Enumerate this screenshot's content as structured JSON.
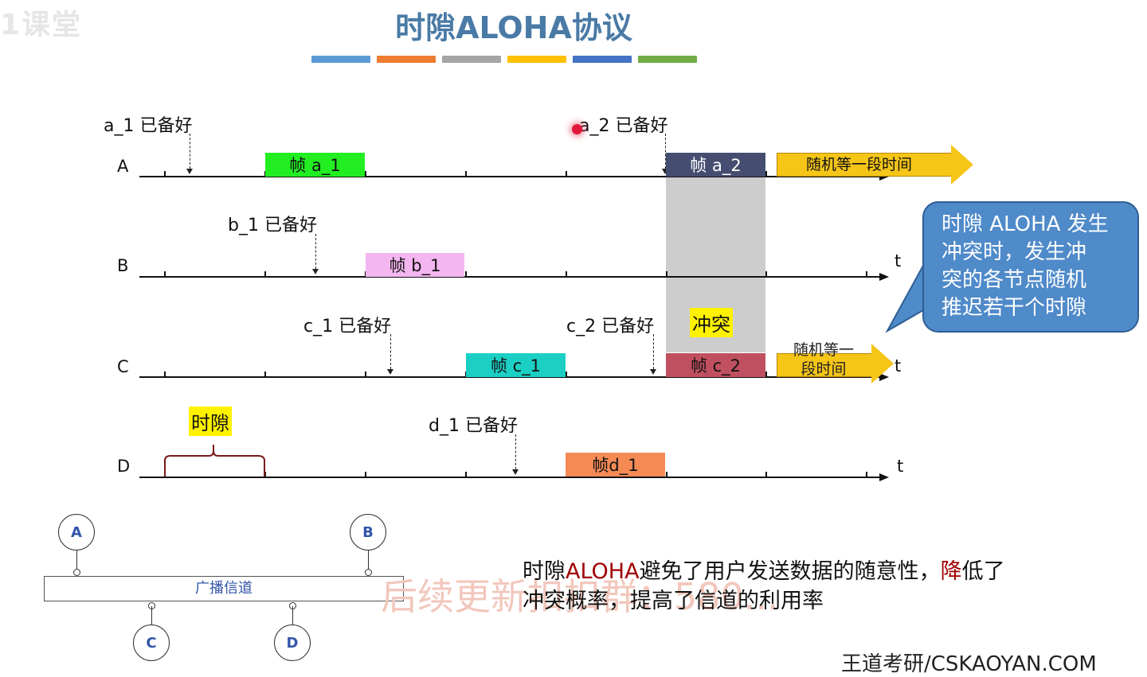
{
  "corner_logo": "1课堂",
  "title": "时隙ALOHA协议",
  "color_bar": [
    "#5b9bd5",
    "#ed7d31",
    "#a5a5a5",
    "#ffc000",
    "#4472c4",
    "#70ad47"
  ],
  "time_label": "t",
  "lanes": [
    {
      "label": "A",
      "ready_labels": [
        "a_1 已备好",
        "a_2 已备好"
      ],
      "frames": [
        "帧 a_1",
        "帧 a_2"
      ]
    },
    {
      "label": "B",
      "ready_labels": [
        "b_1 已备好"
      ],
      "frames": [
        "帧 b_1"
      ]
    },
    {
      "label": "C",
      "ready_labels": [
        "c_1 已备好",
        "c_2 已备好"
      ],
      "frames": [
        "帧 c_1",
        "帧 c_2"
      ]
    },
    {
      "label": "D",
      "ready_labels": [
        "d_1 已备好"
      ],
      "frames": [
        "帧d_1"
      ]
    }
  ],
  "frame_colors": {
    "a_1": "#22ee22",
    "a_2": "#454d70",
    "b_1": "#f4b6f0",
    "c_1": "#1ccfc4",
    "c_2": "#c05060",
    "d_1": "#f58a55"
  },
  "collision_label": "冲突",
  "slot_label": "时隙",
  "wait_arrow_a": "随机等一段时间",
  "wait_arrow_c": [
    "随机等一",
    "段时间"
  ],
  "callout_text": [
    "时隙 ALOHA 发生",
    "冲突时，发生冲",
    "突的各节点随机",
    "推迟若干个时隙"
  ],
  "network": {
    "nodes": [
      "A",
      "B",
      "C",
      "D"
    ],
    "channel_label": "广播信道"
  },
  "watermark": "后续更新扣扣群：580...",
  "bottom_note": {
    "prefix": "时隙",
    "highlight": "ALOHA",
    "middle": "避免了用户发送数据的随意性，",
    "highlight2": "降",
    "rest": "低了冲突概率，提高了信道的利用率"
  },
  "footer": "王道考研/CSKAOYAN.COM"
}
